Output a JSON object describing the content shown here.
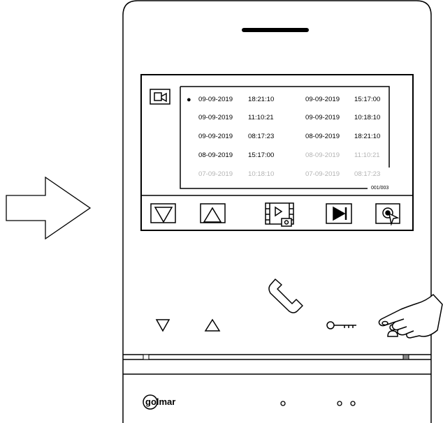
{
  "recordings": [
    {
      "date": "09-09-2019",
      "time": "18:21:10",
      "selected": true,
      "dim": false
    },
    {
      "date": "09-09-2019",
      "time": "15:17:00",
      "selected": false,
      "dim": false
    },
    {
      "date": "09-09-2019",
      "time": "11:10:21",
      "selected": false,
      "dim": false
    },
    {
      "date": "09-09-2019",
      "time": "10:18:10",
      "selected": false,
      "dim": false
    },
    {
      "date": "09-09-2019",
      "time": "08:17:23",
      "selected": false,
      "dim": false
    },
    {
      "date": "08-09-2019",
      "time": "18:21:10",
      "selected": false,
      "dim": false
    },
    {
      "date": "08-09-2019",
      "time": "15:17:00",
      "selected": false,
      "dim": false
    },
    {
      "date": "08-09-2019",
      "time": "11:10:21",
      "selected": false,
      "dim": true
    },
    {
      "date": "07-09-2019",
      "time": "10:18:10",
      "selected": false,
      "dim": true
    },
    {
      "date": "07-09-2019",
      "time": "08:17:23",
      "selected": false,
      "dim": true
    }
  ],
  "page_indicator": "001/003",
  "brand": "golmar",
  "icons": {
    "mode": "video-recording-icon",
    "down": "triangle-down-icon",
    "up": "triangle-up-icon",
    "gallery": "film-snapshot-icon",
    "play": "play-icon",
    "menu": "touch-select-icon",
    "call": "handset-icon",
    "key": "door-key-icon",
    "intercom": "user-icon",
    "pointer": "pointing-hand-icon",
    "arrow": "right-arrow-icon"
  }
}
